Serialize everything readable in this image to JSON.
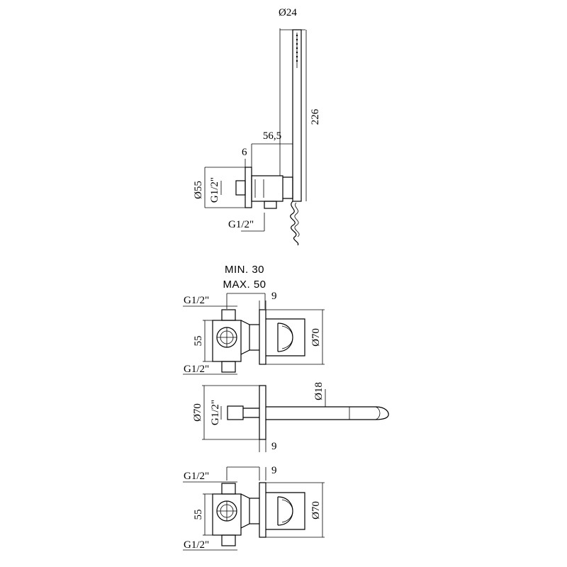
{
  "views": {
    "hand_shower": {
      "dia_handle": "Ø24",
      "length_handle": "226",
      "depth_outlet": "56,5",
      "flange_thickness": "6",
      "dia_flange": "Ø55",
      "inlet_thread": "G1/2\"",
      "outlet_thread": "G1/2\""
    },
    "mixer_top": {
      "wall_min": "MIN. 30",
      "wall_max": "MAX. 50",
      "plate_thickness": "9",
      "thread_top": "G1/2\"",
      "body_height": "55",
      "dia_plate": "Ø70",
      "thread_bottom": "G1/2\""
    },
    "spout": {
      "dia_spout": "Ø18",
      "dia_plate": "Ø70",
      "thread": "G1/2\"",
      "plate_thickness": "9"
    },
    "mixer_bottom": {
      "thread_top": "G1/2\"",
      "plate_thickness": "9",
      "body_height": "55",
      "dia_plate": "Ø70",
      "thread_bottom": "G1/2\""
    }
  }
}
